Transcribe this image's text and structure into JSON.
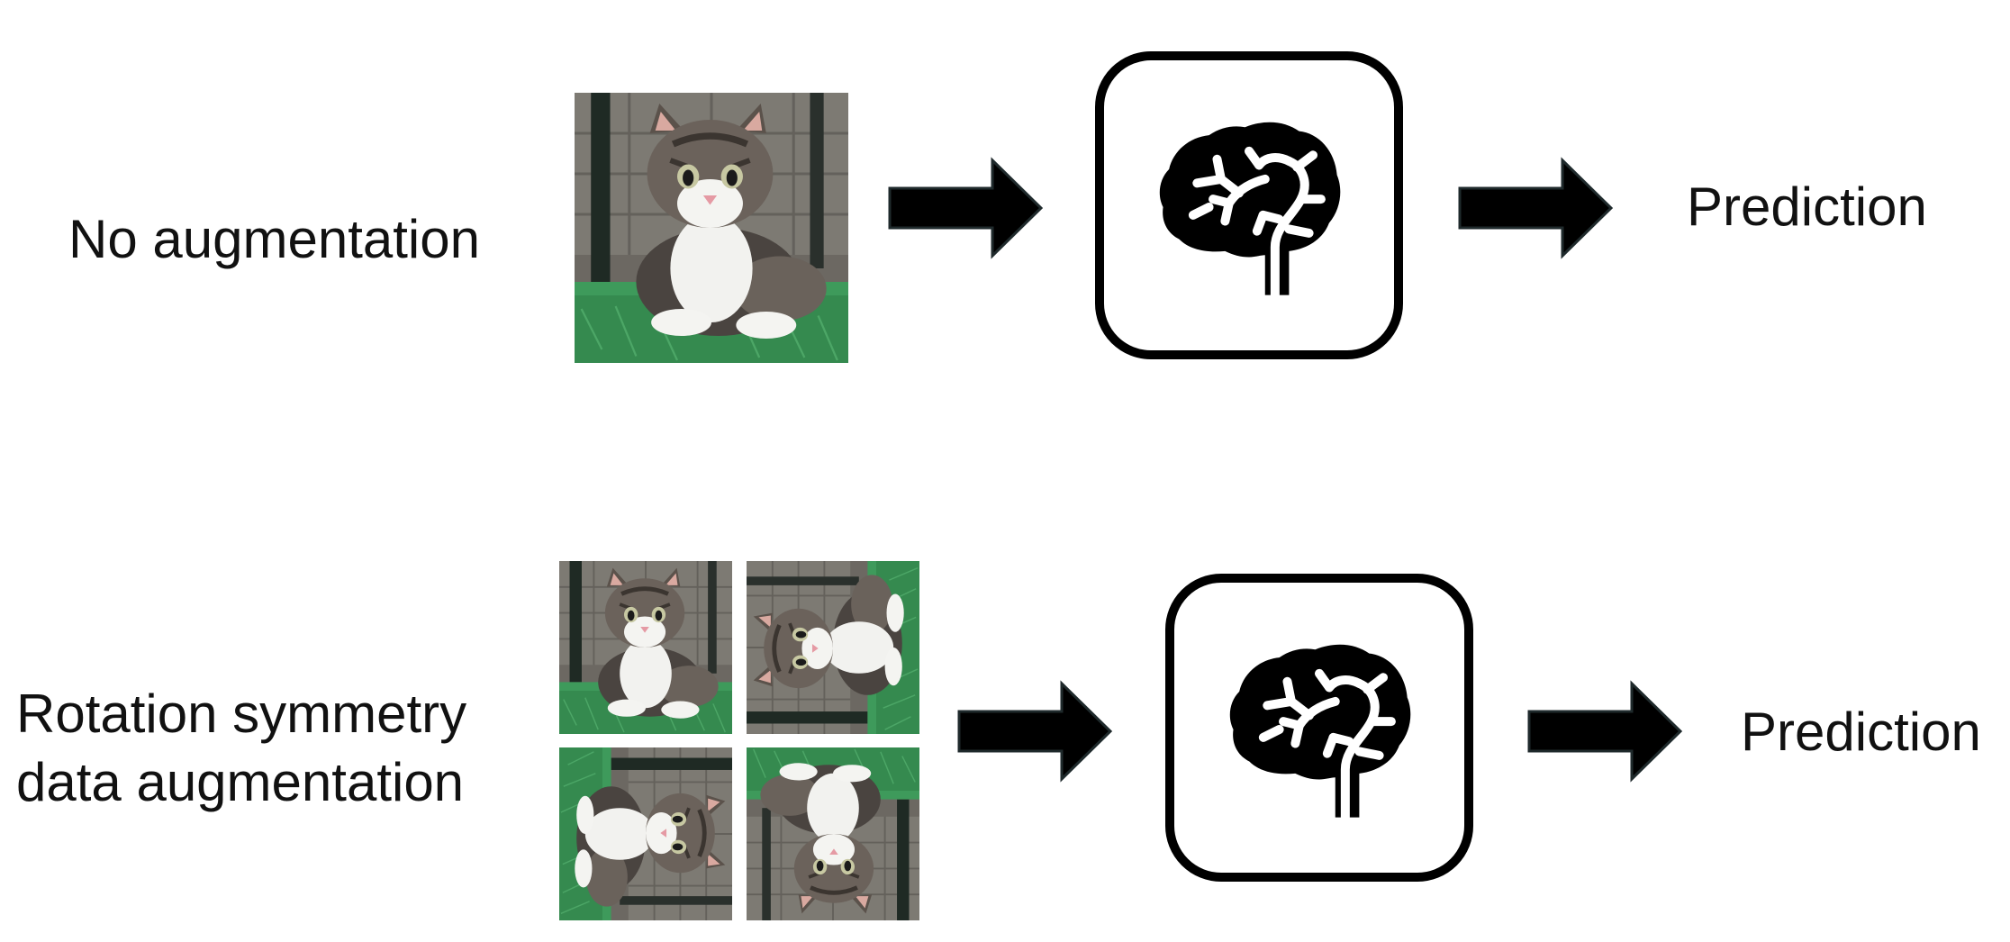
{
  "rows": [
    {
      "label": "No augmentation",
      "input_icon": "cat-photo",
      "model_icon": "brain-icon",
      "output_label": "Prediction"
    },
    {
      "label_lines": [
        "Rotation symmetry",
        "data augmentation"
      ],
      "input_icon": "rotated-cat-photos",
      "rotations_deg": [
        0,
        90,
        270,
        180
      ],
      "model_icon": "brain-icon",
      "output_label": "Prediction"
    }
  ],
  "colors": {
    "ink": "#000000",
    "background": "#ffffff",
    "grass": "#3e9a5b"
  }
}
